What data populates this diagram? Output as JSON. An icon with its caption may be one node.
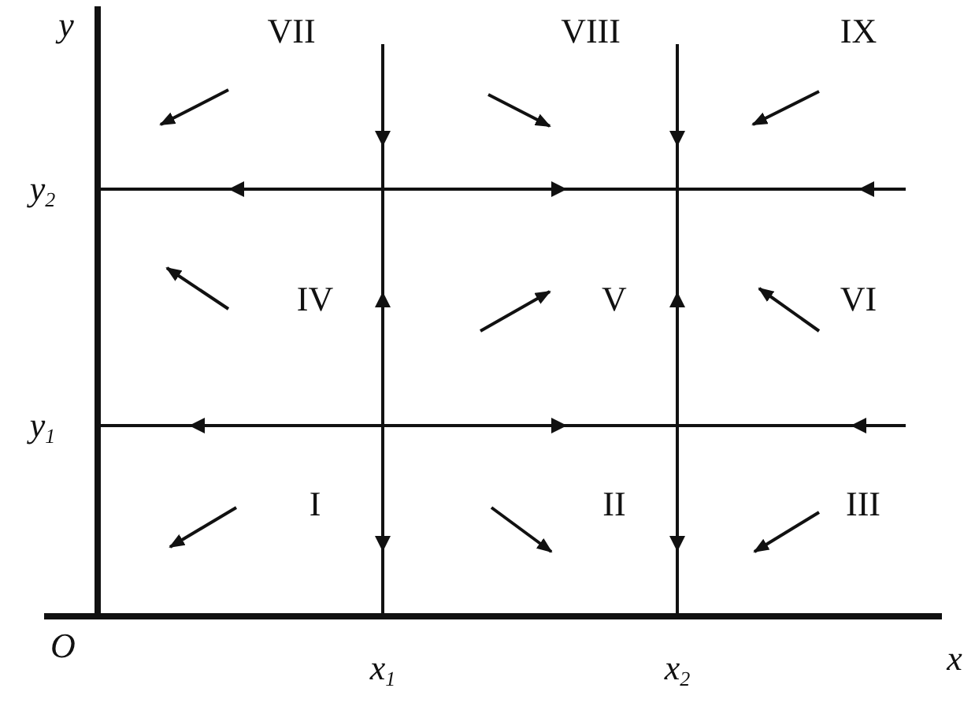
{
  "diagram": {
    "labels": [
      "y",
      "VII",
      "VIII",
      "IX",
      "y$_{2}$",
      "IV",
      "V",
      "VI",
      "y$_{1}$",
      "I",
      "II",
      "III",
      "O",
      "x$_{1}$",
      "x$_{2}$",
      "x"
    ]
  }
}
